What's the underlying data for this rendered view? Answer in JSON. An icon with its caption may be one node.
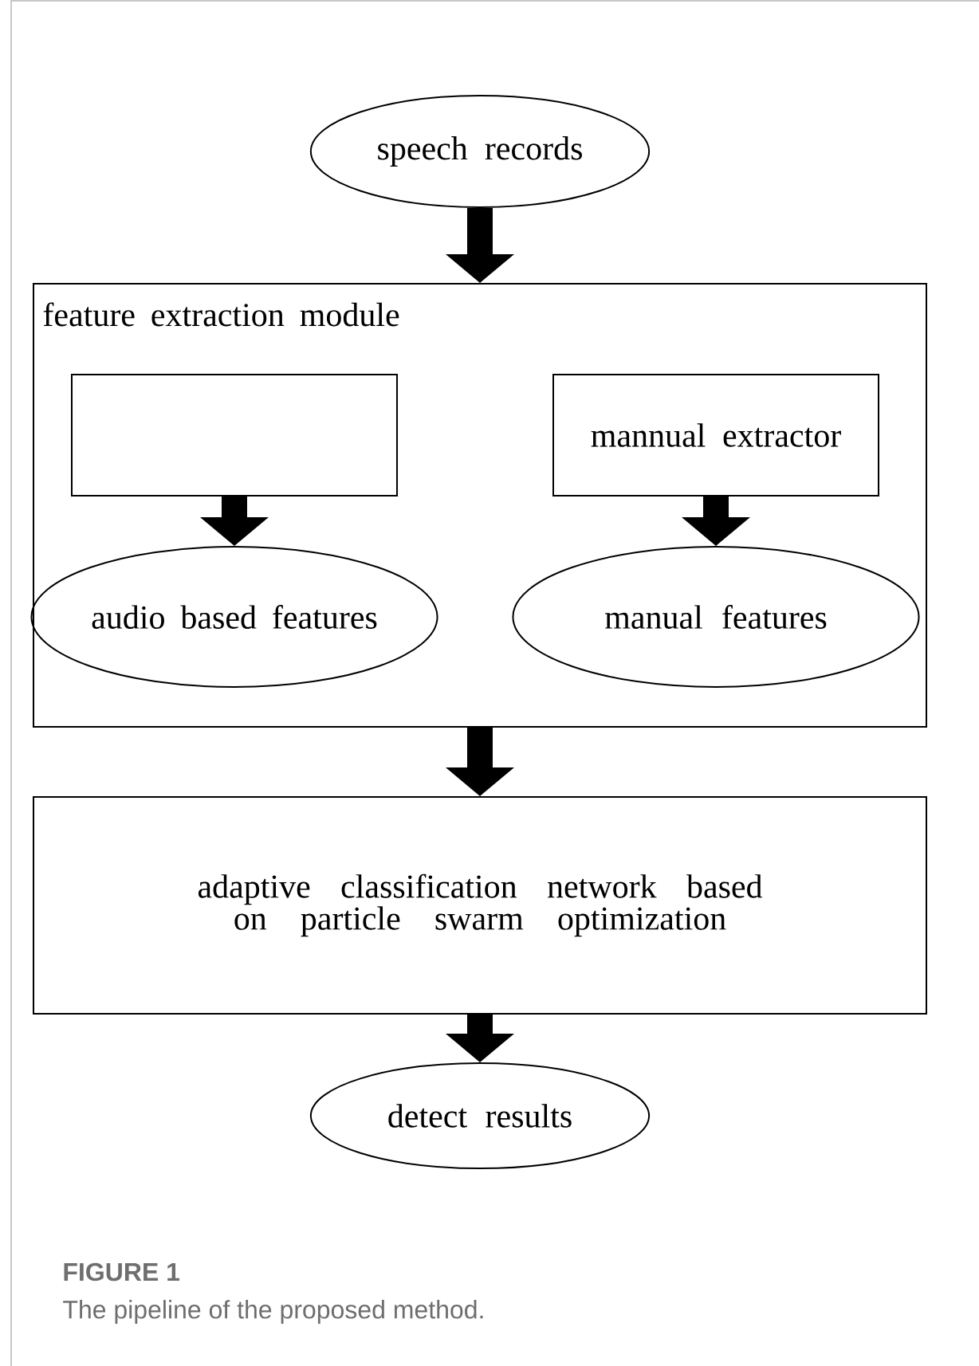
{
  "diagram": {
    "caption": "The pipeline of the proposed method.",
    "nodes": [
      {
        "text": [
          "speech records"
        ]
      },
      {
        "text": [
          "feature extraction module"
        ]
      },
      {
        "text": [],
        "shape": "box",
        "in": 1
      },
      {
        "text": [
          "audio based features"
        ],
        "in": 1
      },
      {
        "text": [
          "mannual extractor"
        ],
        "in": 1
      },
      {
        "text": [
          "manual features"
        ],
        "in": 1
      },
      {
        "text": [
          "adaptive classification network based on particle swarm optimization"
        ]
      },
      {
        "text": [
          "detect results"
        ]
      }
    ],
    "edges": [
      {
        "from": 0,
        "to": 1,
        "arrow": "to"
      },
      {
        "from": 2,
        "to": 3,
        "arrow": "to"
      },
      {
        "from": 4,
        "to": 5,
        "arrow": "to"
      },
      {
        "from": 1,
        "to": 6,
        "arrow": "to"
      },
      {
        "from": 6,
        "to": 7,
        "arrow": "to"
      }
    ],
    "labels": [
      "FIGURE 1"
    ]
  }
}
